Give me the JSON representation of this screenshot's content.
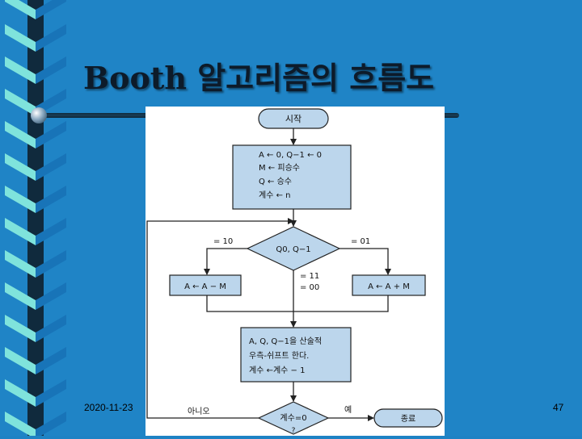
{
  "slide": {
    "title": "Booth 알고리즘의 흐름도",
    "date": "2020-11-23",
    "page_number": "47"
  },
  "flowchart": {
    "start": "시작",
    "init_lines": [
      "A ← 0, Q−1 ← 0",
      "M ← 피승수",
      "Q ← 승수",
      "계수 ← n"
    ],
    "decision": "Q0, Q−1",
    "branch_left_label": "= 10",
    "branch_right_label": "= 01",
    "branch_middle_label_1": "= 11",
    "branch_middle_label_2": "= 00",
    "subtract_box": "A ← A − M",
    "add_box": "A ← A + M",
    "shift_lines": [
      "A, Q, Q−1을 산술적",
      "우측-쉬프트 한다.",
      "계수 ←계수 − 1"
    ],
    "loop_label": "아니오",
    "count_check_line1": "계수=0",
    "count_check_line2": "?",
    "yes_label": "예",
    "end": "종료"
  },
  "colors": {
    "background": "#1f84c6",
    "box_fill": "#bcd6ec",
    "stripe_cyan": "#7fe3dc",
    "stripe_blue": "#1874b8"
  }
}
